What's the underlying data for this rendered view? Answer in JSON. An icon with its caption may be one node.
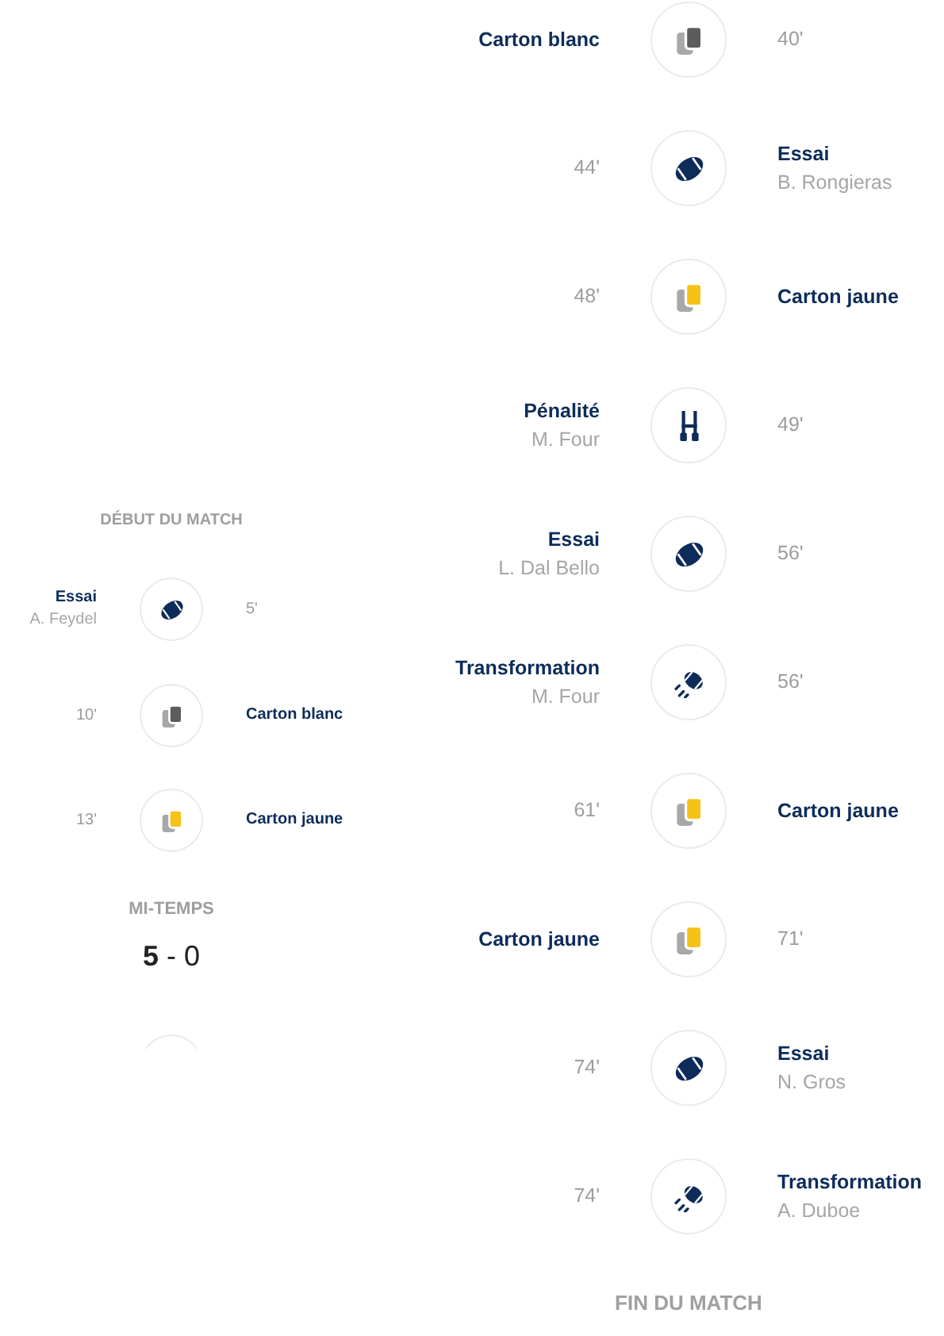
{
  "diagram": {
    "nodes": [
      {
        "text": [],
        "shape": "circle",
        "beside": [
          "Essai",
          "A. Feydel",
          "5'"
        ]
      },
      {
        "text": [],
        "shape": "circle",
        "beside": [
          "Carton blanc",
          "10'"
        ]
      },
      {
        "text": [],
        "shape": "circle",
        "beside": [
          "Carton jaune",
          "13'"
        ]
      },
      {
        "text": [],
        "shape": "circle"
      },
      {
        "text": [],
        "shape": "circle",
        "beside": [
          "Carton blanc",
          "40'"
        ]
      },
      {
        "text": [],
        "shape": "circle",
        "beside": [
          "Essai",
          "B. Rongieras",
          "44'"
        ]
      },
      {
        "text": [],
        "shape": "circle",
        "beside": [
          "Carton jaune",
          "48'"
        ]
      },
      {
        "text": [],
        "shape": "circle",
        "beside": [
          "Pénalité",
          "M. Four",
          "49'"
        ]
      },
      {
        "text": [],
        "shape": "circle",
        "beside": [
          "Essai",
          "L. Dal Bello",
          "56'"
        ]
      },
      {
        "text": [],
        "shape": "circle",
        "beside": [
          "Transformation",
          "M. Four",
          "56'"
        ]
      },
      {
        "text": [],
        "shape": "circle",
        "beside": [
          "Carton jaune",
          "61'"
        ]
      },
      {
        "text": [],
        "shape": "circle",
        "beside": [
          "Carton jaune",
          "71'"
        ]
      },
      {
        "text": [],
        "shape": "circle",
        "beside": [
          "Essai",
          "N. Gros",
          "74'"
        ]
      },
      {
        "text": [],
        "shape": "circle",
        "beside": [
          "Transformation",
          "A. Duboe",
          "74'"
        ]
      }
    ],
    "labels": [
      "DÉBUT DU MATCH",
      "MI-TEMPS",
      "**5** - 0",
      "FIN DU MATCH"
    ]
  }
}
